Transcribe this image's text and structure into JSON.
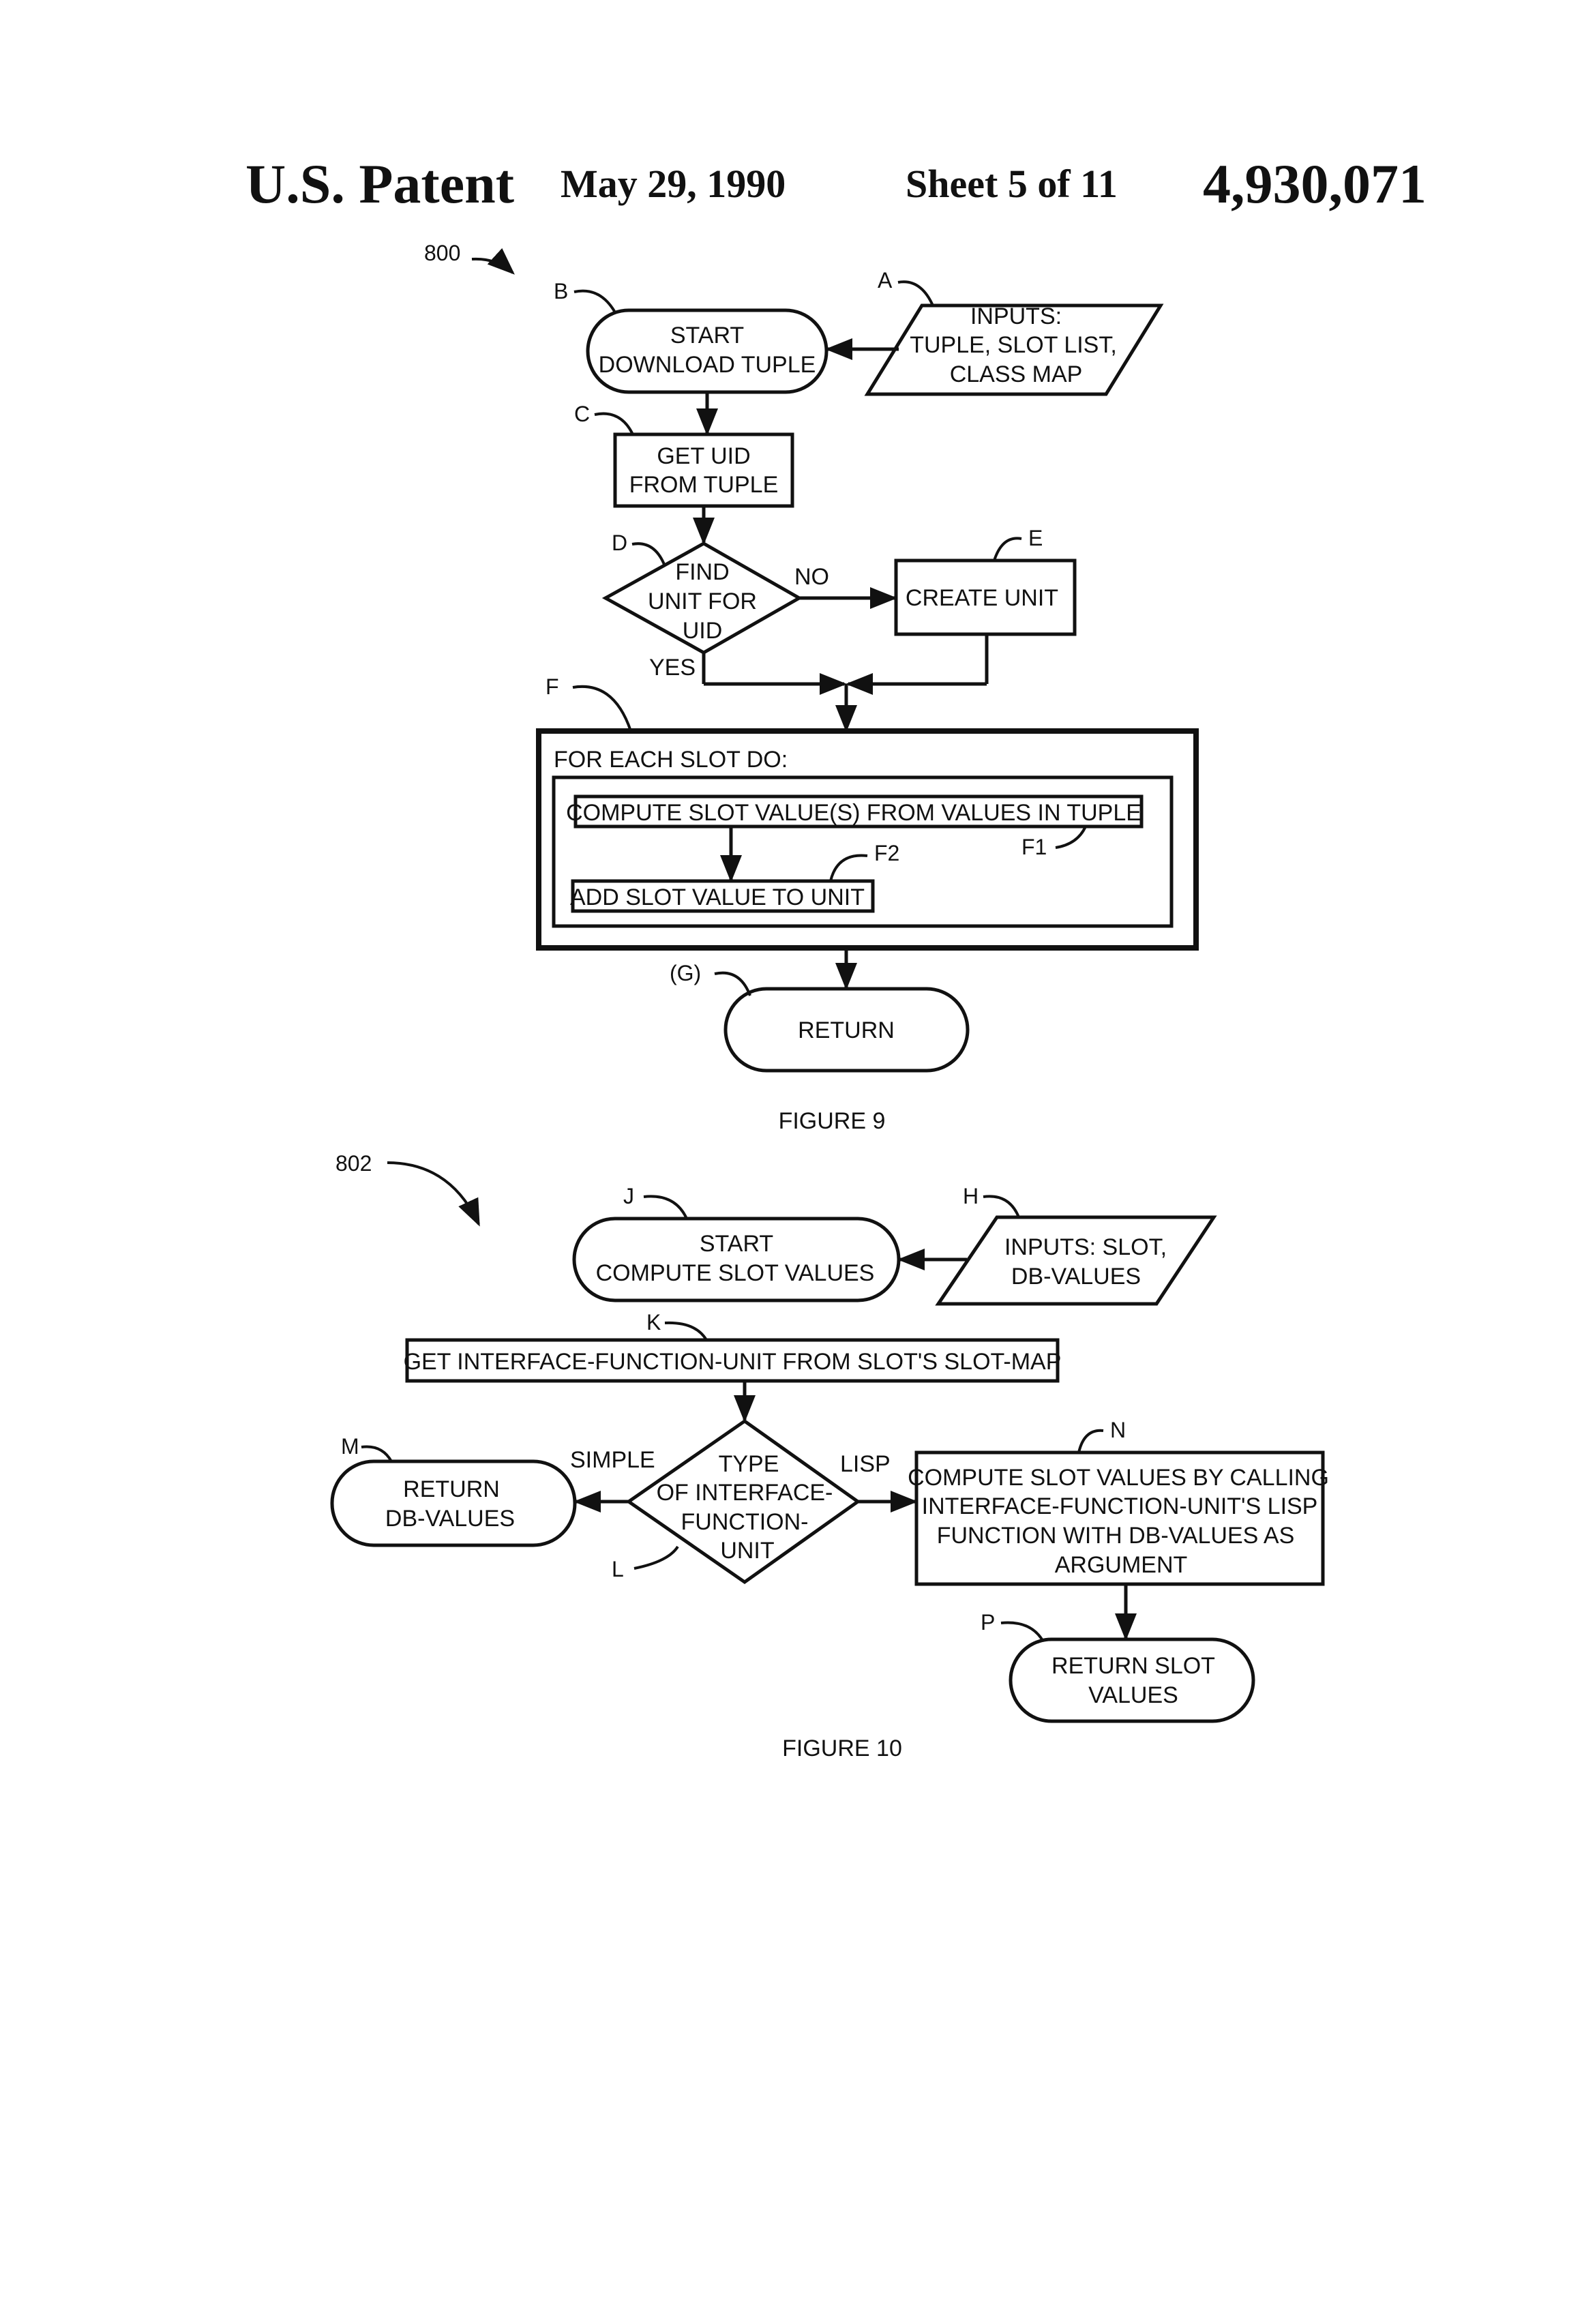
{
  "header": {
    "title": "U.S. Patent",
    "date": "May 29, 1990",
    "sheet": "Sheet 5 of 11",
    "number": "4,930,071"
  },
  "figure9": {
    "ref": "800",
    "caption": "FIGURE 9",
    "letters": {
      "a": "A",
      "b": "B",
      "c": "C",
      "d": "D",
      "e": "E",
      "f": "F",
      "f1": "F1",
      "f2": "F2",
      "g": "(G)"
    },
    "start": [
      "START",
      "DOWNLOAD TUPLE"
    ],
    "inputs": [
      "INPUTS:",
      "TUPLE, SLOT LIST,",
      "CLASS MAP"
    ],
    "get_uid": [
      "GET UID",
      "FROM TUPLE"
    ],
    "find_unit": [
      "FIND",
      "UNIT FOR",
      "UID"
    ],
    "no_label": "NO",
    "yes_label": "YES",
    "create_unit": "CREATE UNIT",
    "loop_title": "FOR EACH SLOT DO:",
    "compute_slot": "COMPUTE SLOT VALUE(S) FROM VALUES IN TUPLE",
    "add_slot": "ADD SLOT VALUE TO UNIT",
    "return": "RETURN"
  },
  "figure10": {
    "ref": "802",
    "caption": "FIGURE 10",
    "letters": {
      "h": "H",
      "j": "J",
      "k": "K",
      "l": "L",
      "m": "M",
      "n": "N",
      "p": "P"
    },
    "start": [
      "START",
      "COMPUTE SLOT VALUES"
    ],
    "inputs": [
      "INPUTS: SLOT,",
      "DB-VALUES"
    ],
    "get_interface": "GET INTERFACE-FUNCTION-UNIT FROM SLOT'S SLOT-MAP",
    "type_decision": [
      "TYPE",
      "OF INTERFACE-",
      "FUNCTION-",
      "UNIT"
    ],
    "simple_label": "SIMPLE",
    "lisp_label": "LISP",
    "return_db": [
      "RETURN",
      "DB-VALUES"
    ],
    "compute_lisp": [
      "COMPUTE SLOT VALUES BY CALLING",
      "INTERFACE-FUNCTION-UNIT'S LISP",
      "FUNCTION WITH DB-VALUES  AS",
      "ARGUMENT"
    ],
    "return_slot": [
      "RETURN SLOT",
      "VALUES"
    ]
  }
}
